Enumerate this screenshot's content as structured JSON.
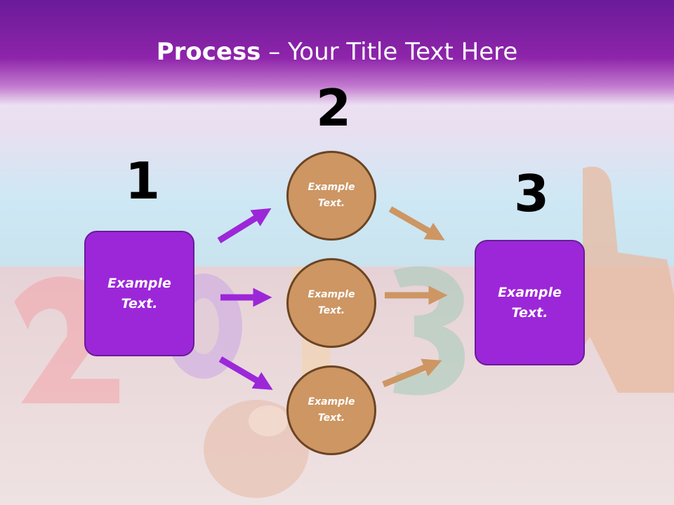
{
  "slide": {
    "title_bold": "Process",
    "title_rest": " – Your Title Text Here",
    "step_numbers": [
      "1",
      "2",
      "3"
    ],
    "left_box": {
      "line1": "Example",
      "line2": "Text."
    },
    "right_box": {
      "line1": "Example",
      "line2": "Text."
    },
    "circles": [
      {
        "line1": "Example",
        "line2": "Text."
      },
      {
        "line1": "Example",
        "line2": "Text."
      },
      {
        "line1": "Example",
        "line2": "Text."
      }
    ]
  },
  "colors": {
    "title_band": "#8e24aa",
    "box_fill": "#9c27d8",
    "circle_fill": "#cd9663",
    "purple_arrow": "#9c27d8",
    "tan_arrow": "#cd9663"
  }
}
